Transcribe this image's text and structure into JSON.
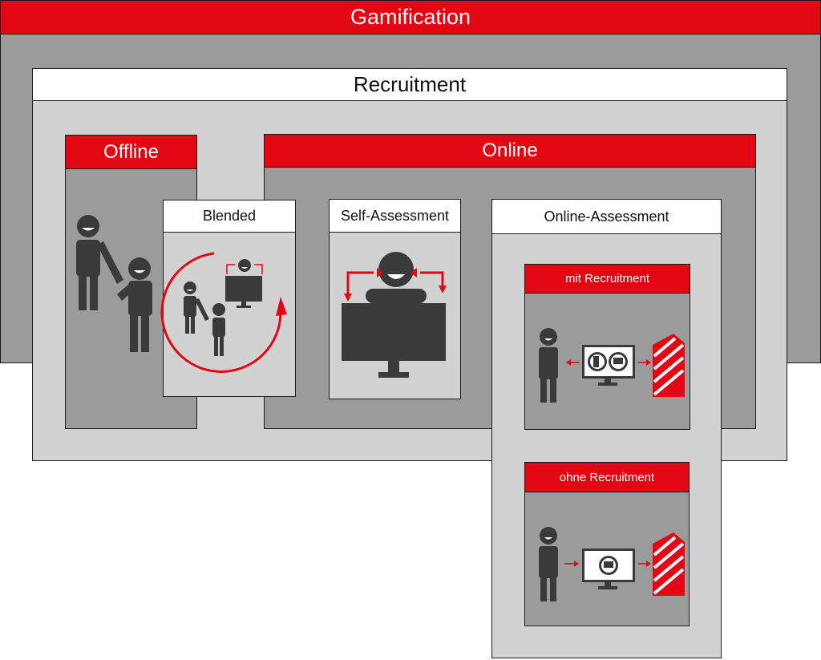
{
  "gamification": {
    "label": "Gamification"
  },
  "recruitment": {
    "label": "Recruitment"
  },
  "offline": {
    "label": "Offline"
  },
  "blended": {
    "label": "Blended"
  },
  "online": {
    "label": "Online"
  },
  "self_assessment": {
    "label": "Self-Assessment"
  },
  "online_assessment": {
    "label": "Online-Assessment",
    "with_recruitment": {
      "label": "mit Recruitment"
    },
    "without_recruitment": {
      "label": "ohne Recruitment"
    }
  },
  "colors": {
    "accent": "#e30613",
    "dark_gray": "#9b9b9b",
    "light_gray": "#d2d2d2",
    "icon": "#3a3a3a"
  }
}
